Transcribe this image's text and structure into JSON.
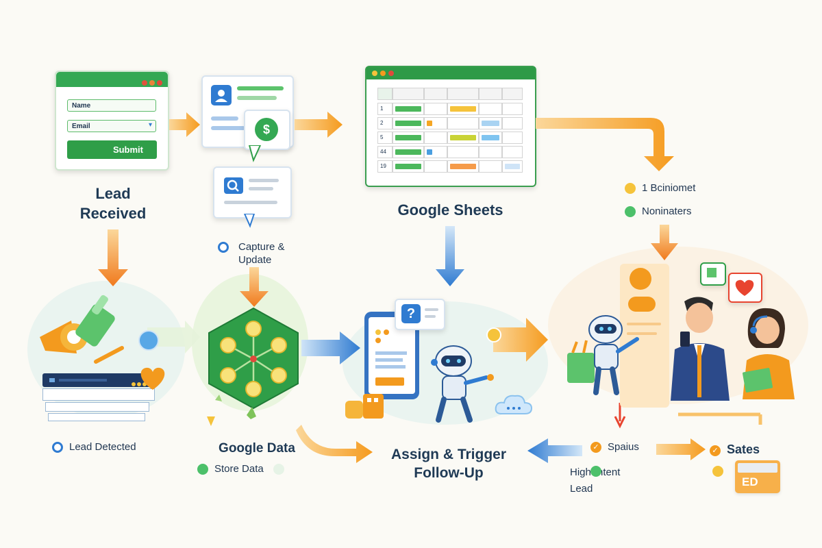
{
  "form": {
    "name_field": "Name",
    "email_field": "Email",
    "submit_label": "Submit"
  },
  "stages": {
    "lead_received": "Lead\nReceived",
    "google_sheets": "Google Sheets",
    "google_data": "Google Data",
    "assign_trigger": "Assign & Trigger\nFollow-Up",
    "sates": "Sates"
  },
  "labels": {
    "capture_update": "Capture &\nUpdate",
    "lead_detected": "Lead Detected",
    "store_data": "Store Data",
    "bciniomet": "1 Bciniomet",
    "noninaters": "Noninaters",
    "spaius": "Spaius",
    "high_intent": "High-Intent\nLead"
  },
  "sheet": {
    "row_numbers": [
      "1",
      "2",
      "5",
      "44",
      "19"
    ]
  },
  "sticker_text": "ED",
  "colors": {
    "green": "#34a853",
    "orange": "#f39a1e",
    "blue": "#2f7bd1",
    "yellow": "#f5c33b",
    "navy": "#1f3a55"
  },
  "icons": [
    "user-icon",
    "dollar-icon",
    "search-icon",
    "question-icon",
    "heart-icon",
    "robot-icon",
    "megaphone-icon",
    "network-icon",
    "cloud-icon"
  ]
}
